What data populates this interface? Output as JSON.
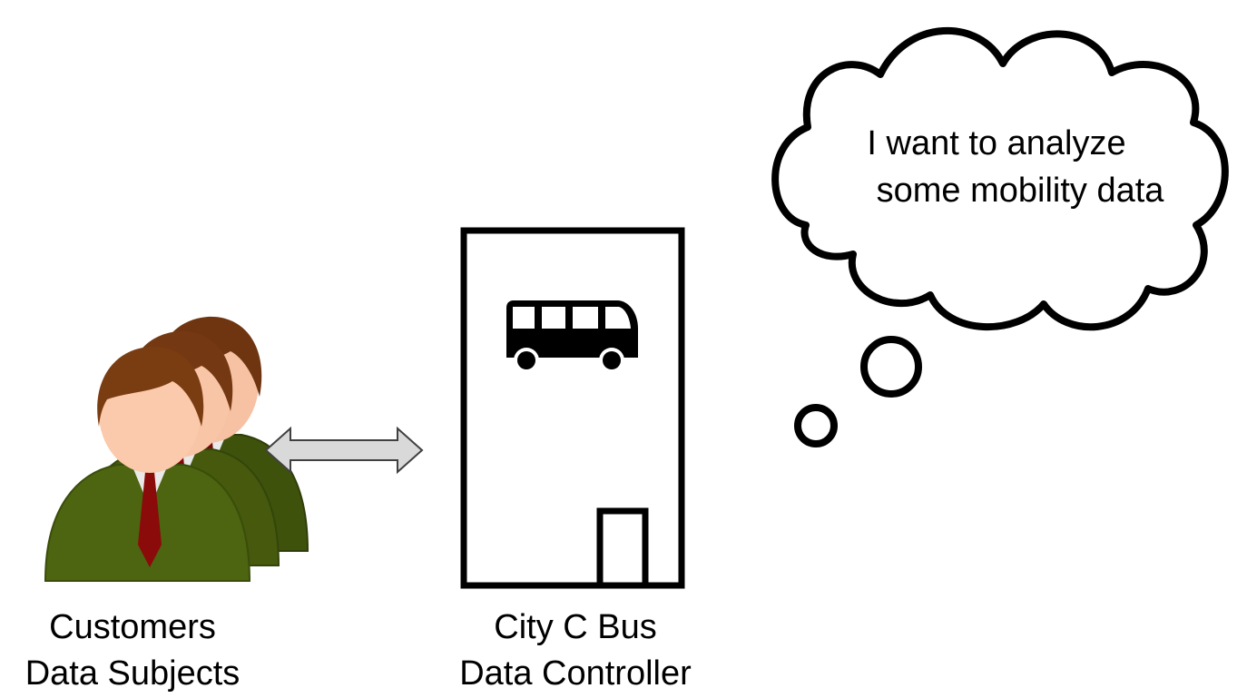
{
  "customers": {
    "line1": "Customers",
    "line2": "Data Subjects",
    "icon": "people-group-icon"
  },
  "controller": {
    "line1": "City C Bus",
    "line2": "Data Controller",
    "icon": "bus-icon"
  },
  "thought": {
    "line1": "I want to analyze",
    "line2": "some mobility data"
  },
  "arrow": {
    "icon": "double-arrow-icon"
  },
  "colors": {
    "suit": "#4d6410",
    "suit_dark": "#3a4d0a",
    "tie": "#8b0a0a",
    "shirt": "#e9e9e9",
    "skin": "#fbc9ab",
    "hair": "#7a3d12",
    "arrow_fill": "#d9d9d9"
  }
}
